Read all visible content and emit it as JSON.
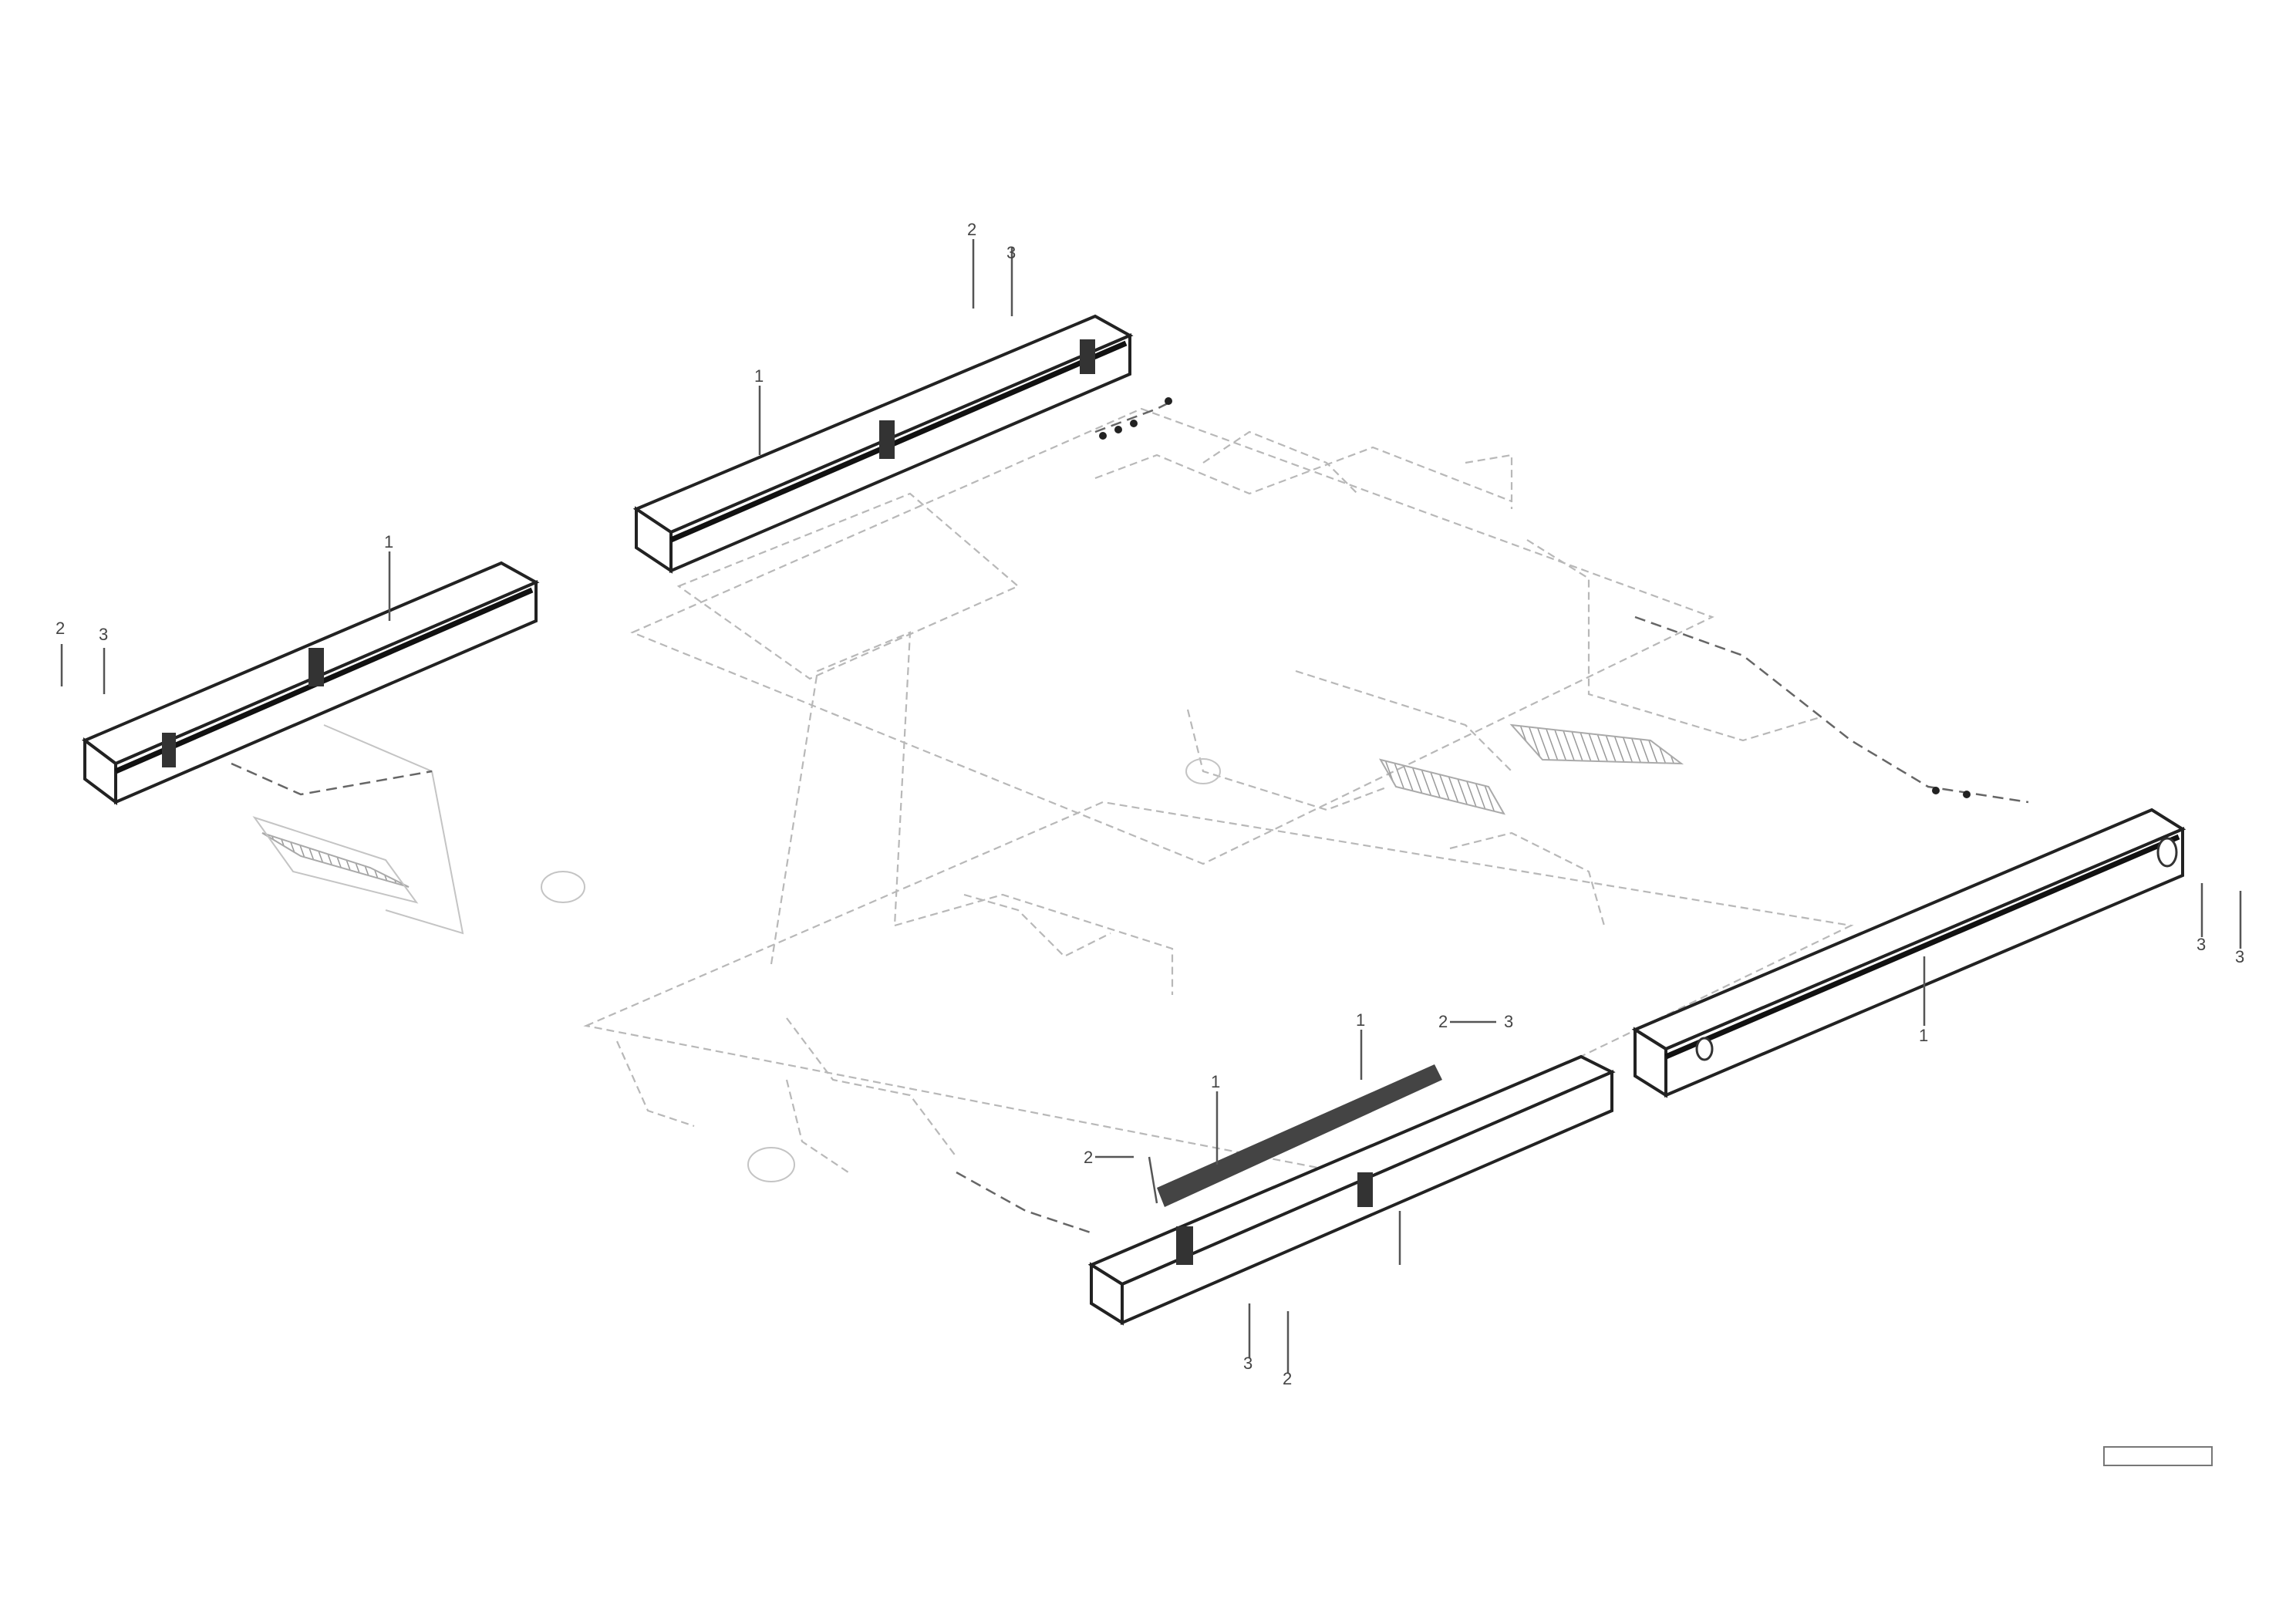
{
  "diagram": {
    "callouts": {
      "beam_rear_left": "1",
      "bolt_a": "2",
      "bolt_b": "3",
      "beam_rear_top": "1",
      "bolt_c": "2",
      "bolt_d": "3",
      "beam_front_left": "1",
      "beam_front_right": "1",
      "bolt_e": "2",
      "bolt_f": "3",
      "bolt_g": "2",
      "bolt_h": "3",
      "bolt_i": "2",
      "bolt_j": "3",
      "strip_label": "1"
    },
    "stamp": {
      "line1": "",
      "line2": "",
      "code": ""
    }
  }
}
